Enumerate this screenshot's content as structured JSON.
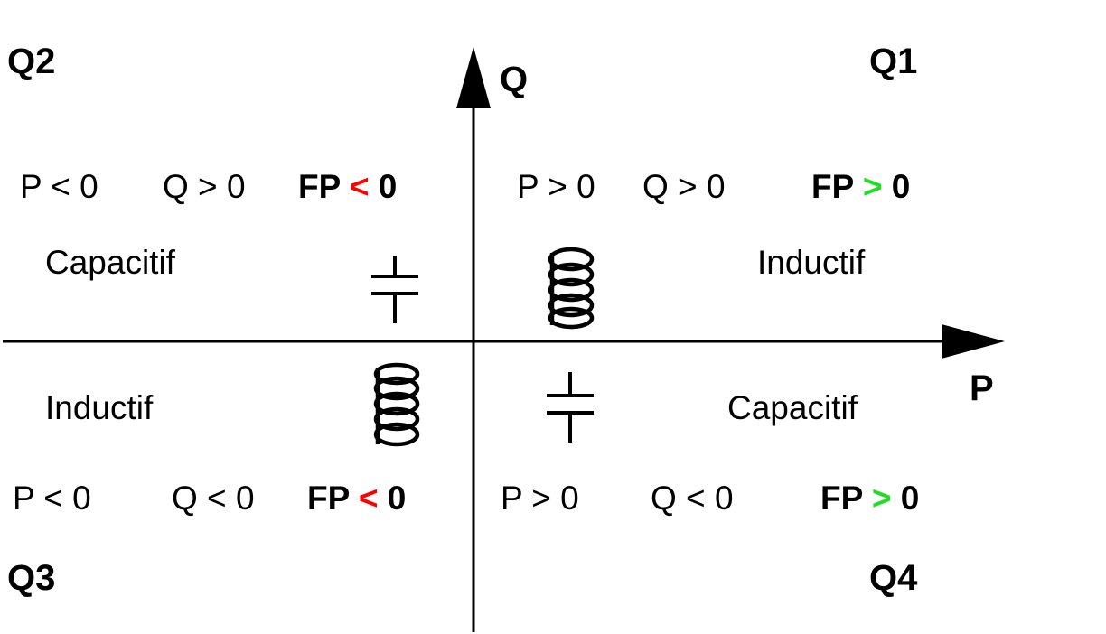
{
  "colors": {
    "negative": "#ff0000",
    "positive": "#22dd22",
    "stroke": "#000000"
  },
  "axes": {
    "q_label": "Q",
    "p_label": "P"
  },
  "quadrants": {
    "q1": {
      "name": "Q1",
      "p_cond": "P > 0",
      "q_cond": "Q > 0",
      "fp": {
        "prefix": "FP",
        "sign": ">",
        "value": "0",
        "sign_color": "#22dd22"
      },
      "type": "Inductif",
      "symbol": "inductor-icon"
    },
    "q2": {
      "name": "Q2",
      "p_cond": "P < 0",
      "q_cond": "Q > 0",
      "fp": {
        "prefix": "FP",
        "sign": "<",
        "value": "0",
        "sign_color": "#ff0000"
      },
      "type": "Capacitif",
      "symbol": "capacitor-icon"
    },
    "q3": {
      "name": "Q3",
      "p_cond": "P < 0",
      "q_cond": "Q < 0",
      "fp": {
        "prefix": "FP",
        "sign": "<",
        "value": "0",
        "sign_color": "#ff0000"
      },
      "type": "Inductif",
      "symbol": "inductor-icon"
    },
    "q4": {
      "name": "Q4",
      "p_cond": "P > 0",
      "q_cond": "Q < 0",
      "fp": {
        "prefix": "FP",
        "sign": ">",
        "value": "0",
        "sign_color": "#22dd22"
      },
      "type": "Capacitif",
      "symbol": "capacitor-icon"
    }
  }
}
